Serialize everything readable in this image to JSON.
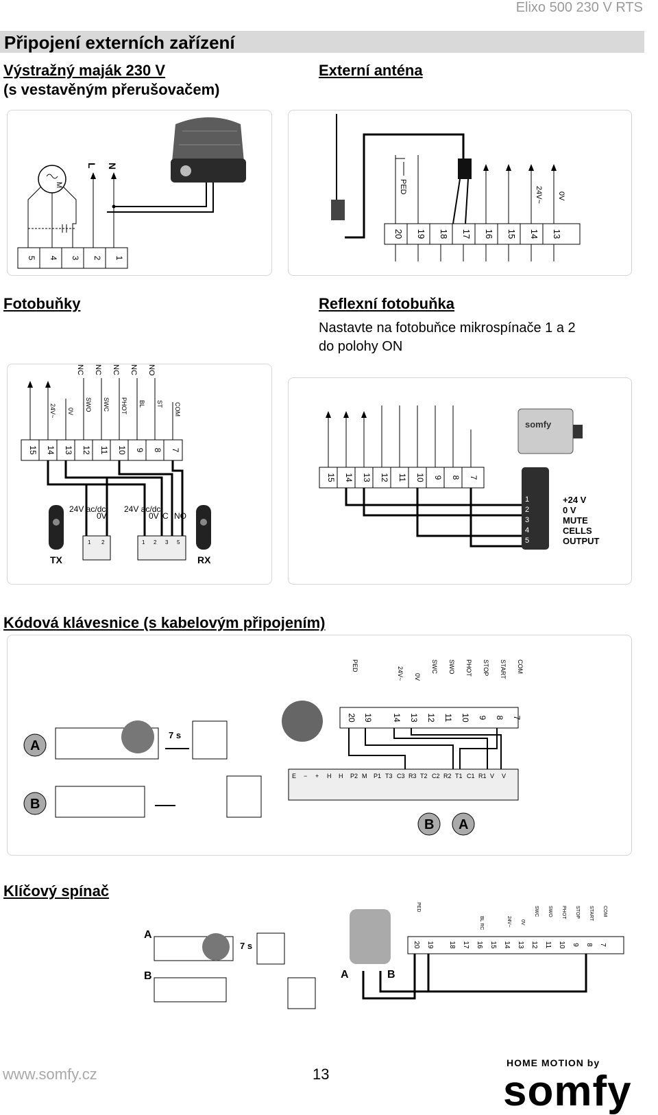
{
  "header": {
    "product": "Elixo 500 230 V RTS"
  },
  "page_title": "Připojení externích zařízení",
  "sections": {
    "beacon": {
      "title_line1": "Výstražný maják 230 V",
      "title_line2": "(s vestavěným přerušovačem)",
      "terminals": [
        "5",
        "4",
        "3",
        "2",
        "1"
      ],
      "labels": {
        "L": "L",
        "N": "N",
        "M": "M"
      }
    },
    "antenna": {
      "title": "Externí anténa",
      "terminals": [
        "20",
        "19",
        "18",
        "17",
        "16",
        "15",
        "14",
        "13"
      ],
      "labels": {
        "ped": "PED",
        "v24": "24V~",
        "v0": "0V"
      }
    },
    "photocells": {
      "title": "Fotobuňky",
      "terminals": [
        "15",
        "14",
        "13",
        "12",
        "11",
        "10",
        "9",
        "8",
        "7"
      ],
      "top_labels": [
        "24V~",
        "0V",
        "SWO",
        "SWC",
        "PHOT",
        "BL",
        "ST",
        "COM"
      ],
      "nc_labels": [
        "NC",
        "NC",
        "NC",
        "NC",
        "NO"
      ],
      "tx": "TX",
      "rx": "RX",
      "tx_power": "24V ac/dc",
      "tx_0v": "0V",
      "rx_power": "24V ac/dc",
      "rx_0v": "0V",
      "rx_c": "C",
      "rx_no": "NO",
      "tx_pins": [
        "1",
        "2"
      ],
      "rx_pins": [
        "1",
        "2",
        "3",
        "5"
      ]
    },
    "reflex": {
      "title": "Reflexní fotobuňka",
      "note_line1": "Nastavte na fotobuňce mikrospínače 1 a 2",
      "note_line2": "do polohy ON",
      "terminals": [
        "15",
        "14",
        "13",
        "12",
        "11",
        "10",
        "9",
        "8",
        "7"
      ],
      "pins": [
        "1",
        "2",
        "3",
        "4",
        "5"
      ],
      "outputs": [
        "+24 V",
        "0 V",
        "MUTE",
        "CELLS",
        "OUTPUT"
      ],
      "brand": "somfy"
    },
    "keypad": {
      "title": "Kódová klávesnice (s kabelovým připojením)",
      "terminals": [
        "20",
        "19",
        "14",
        "13",
        "12",
        "11",
        "10",
        "9",
        "8",
        "7"
      ],
      "top_labels": [
        "PED",
        "24V~",
        "0V",
        "SWC",
        "SWO",
        "PHOT",
        "STOP",
        "START",
        "COM"
      ],
      "strip_labels": [
        "E",
        "−",
        "+",
        "H",
        "H",
        "P2",
        "M",
        "P1",
        "T3",
        "C3",
        "R3",
        "T2",
        "C2",
        "R2",
        "T1",
        "C1",
        "R1",
        "V",
        "V"
      ],
      "mark_a": "A",
      "mark_b": "B",
      "delay": "7 s"
    },
    "keyswitch": {
      "title": "Klíčový spínač",
      "terminals": [
        "20",
        "19",
        "18",
        "17",
        "16",
        "15",
        "14",
        "13",
        "12",
        "11",
        "10",
        "9",
        "8",
        "7"
      ],
      "top_labels": [
        "PED",
        "BL RC",
        "24V~",
        "0V",
        "SWC",
        "SWO",
        "PHOT",
        "STOP",
        "START",
        "COM"
      ],
      "mark_a": "A",
      "mark_b": "B",
      "delay": "7 s"
    }
  },
  "footer": {
    "url": "www.somfy.cz",
    "page": "13",
    "tagline": "HOME MOTION by",
    "logo": "somfy"
  }
}
